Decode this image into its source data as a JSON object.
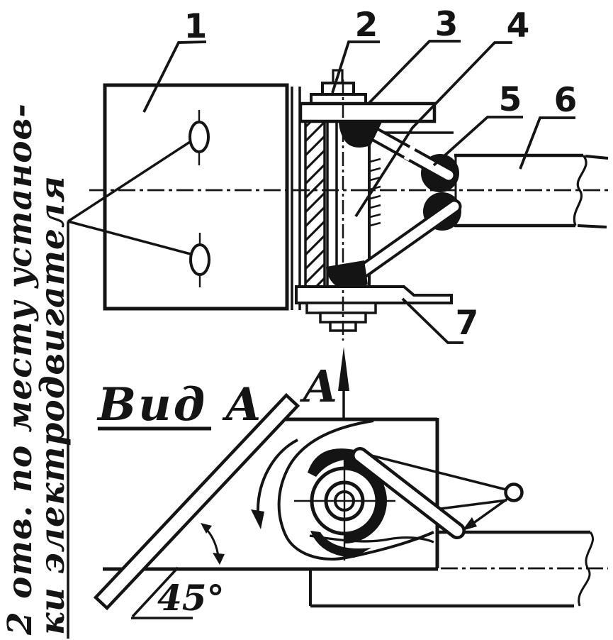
{
  "page": {
    "paper_color": "#ffffff",
    "ink_color": "#141414",
    "kind": "hand-drawn technical assembly drawing, two views"
  },
  "drawing": {
    "callouts": {
      "c1": "1",
      "c2": "2",
      "c3": "3",
      "c4": "4",
      "c5": "5",
      "c6": "6",
      "c7": "7"
    },
    "view_label": "Вид А",
    "section_arrow_letter": "А",
    "angle_label": "45°",
    "note": {
      "line1": "2 отв. по месту установ-",
      "line2": "ки электродвигателя"
    }
  }
}
